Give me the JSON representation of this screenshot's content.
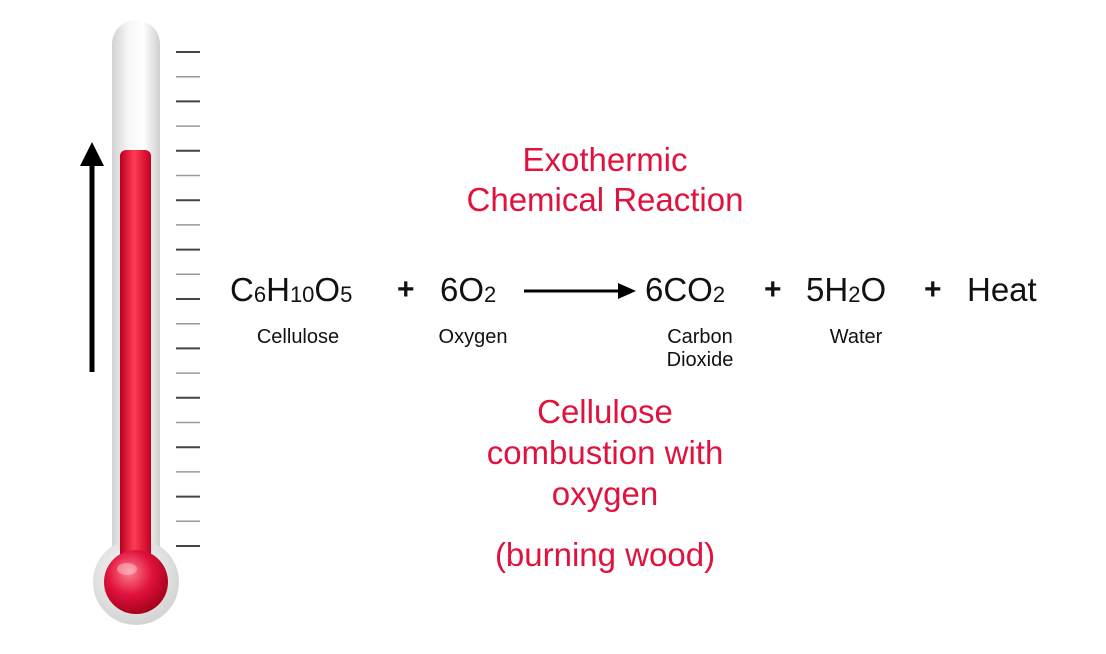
{
  "reaction": {
    "title_line1": "Exothermic",
    "title_line2": "Chemical Reaction",
    "reactants": [
      {
        "symbol": "C",
        "s1": "6",
        "sym2": "H",
        "s2": "10",
        "sym3": "O",
        "s3": "5",
        "label": "Cellulose"
      },
      {
        "coef_symbol": "6O",
        "sub": "2",
        "label": "Oxygen"
      }
    ],
    "products": [
      {
        "coef_symbol": "6CO",
        "sub": "2",
        "label_line1": "Carbon",
        "label_line2": "Dioxide"
      },
      {
        "coef_symbol": "5H",
        "sub": "2",
        "tail": "O",
        "label": "Water"
      }
    ],
    "plus": "+",
    "heat": "Heat"
  },
  "caption": {
    "line1": "Cellulose",
    "line2": "combustion with",
    "line3": "oxygen",
    "line4": "(burning wood)"
  },
  "colors": {
    "accent": "#e0123e",
    "thermometer_fill": "#e0123e",
    "text": "#111111"
  },
  "icons": {
    "thermometer": "thermometer-icon",
    "temperature_rise": "up-arrow-icon",
    "reaction_arrow": "right-arrow-icon"
  }
}
